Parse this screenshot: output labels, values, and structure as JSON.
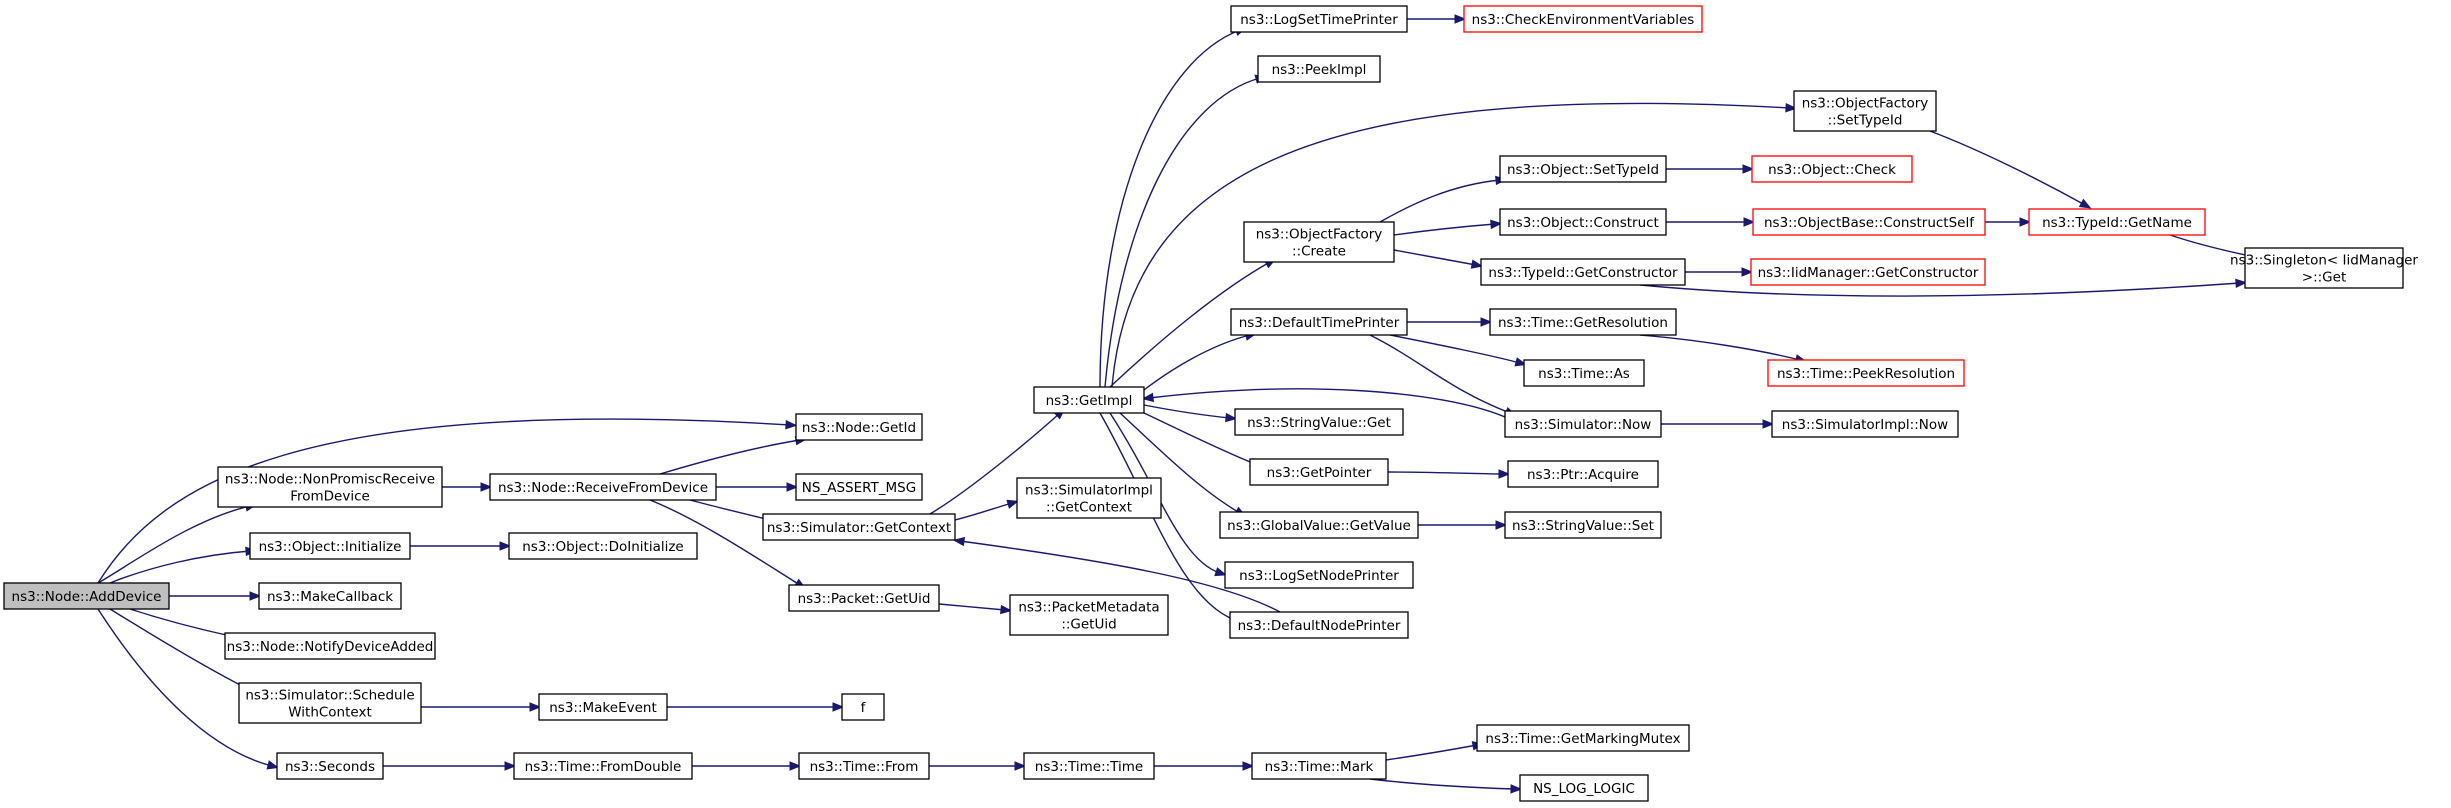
{
  "nodes": [
    {
      "id": "root",
      "lines": [
        "ns3::Node::AddDevice"
      ],
      "style": "root"
    },
    {
      "id": "npr",
      "lines": [
        "ns3::Node::NonPromiscReceive",
        "FromDevice"
      ]
    },
    {
      "id": "oinit",
      "lines": [
        "ns3::Object::Initialize"
      ]
    },
    {
      "id": "mcb",
      "lines": [
        "ns3::MakeCallback"
      ]
    },
    {
      "id": "nda",
      "lines": [
        "ns3::Node::NotifyDeviceAdded"
      ]
    },
    {
      "id": "ssc",
      "lines": [
        "ns3::Simulator::Schedule",
        "WithContext"
      ]
    },
    {
      "id": "sec",
      "lines": [
        "ns3::Seconds"
      ]
    },
    {
      "id": "ngid",
      "lines": [
        "ns3::Node::GetId"
      ]
    },
    {
      "id": "rfd",
      "lines": [
        "ns3::Node::ReceiveFromDevice"
      ]
    },
    {
      "id": "odi",
      "lines": [
        "ns3::Object::DoInitialize"
      ]
    },
    {
      "id": "mev",
      "lines": [
        "ns3::MakeEvent"
      ]
    },
    {
      "id": "tfd",
      "lines": [
        "ns3::Time::FromDouble"
      ]
    },
    {
      "id": "nam",
      "lines": [
        "NS_ASSERT_MSG"
      ]
    },
    {
      "id": "sgc",
      "lines": [
        "ns3::Simulator::GetContext"
      ]
    },
    {
      "id": "pgu",
      "lines": [
        "ns3::Packet::GetUid"
      ]
    },
    {
      "id": "f",
      "lines": [
        "f"
      ]
    },
    {
      "id": "tfr",
      "lines": [
        "ns3::Time::From"
      ]
    },
    {
      "id": "gimpl",
      "lines": [
        "ns3::GetImpl"
      ]
    },
    {
      "id": "sigc",
      "lines": [
        "ns3::SimulatorImpl",
        "::GetContext"
      ]
    },
    {
      "id": "pmgu",
      "lines": [
        "ns3::PacketMetadata",
        "::GetUid"
      ]
    },
    {
      "id": "ttime",
      "lines": [
        "ns3::Time::Time"
      ]
    },
    {
      "id": "lstp",
      "lines": [
        "ns3::LogSetTimePrinter"
      ]
    },
    {
      "id": "pimpl",
      "lines": [
        "ns3::PeekImpl"
      ]
    },
    {
      "id": "ofc",
      "lines": [
        "ns3::ObjectFactory",
        "::Create"
      ]
    },
    {
      "id": "dtp",
      "lines": [
        "ns3::DefaultTimePrinter"
      ]
    },
    {
      "id": "svg",
      "lines": [
        "ns3::StringValue::Get"
      ]
    },
    {
      "id": "gptr",
      "lines": [
        "ns3::GetPointer"
      ]
    },
    {
      "id": "gvgv",
      "lines": [
        "ns3::GlobalValue::GetValue"
      ]
    },
    {
      "id": "lsnp",
      "lines": [
        "ns3::LogSetNodePrinter"
      ]
    },
    {
      "id": "dnp",
      "lines": [
        "ns3::DefaultNodePrinter"
      ]
    },
    {
      "id": "tmark",
      "lines": [
        "ns3::Time::Mark"
      ]
    },
    {
      "id": "cev",
      "lines": [
        "ns3::CheckEnvironmentVariables"
      ],
      "style": "trunc"
    },
    {
      "id": "ofst",
      "lines": [
        "ns3::ObjectFactory",
        "::SetTypeId"
      ]
    },
    {
      "id": "osti",
      "lines": [
        "ns3::Object::SetTypeId"
      ]
    },
    {
      "id": "ocon",
      "lines": [
        "ns3::Object::Construct"
      ]
    },
    {
      "id": "tgc",
      "lines": [
        "ns3::TypeId::GetConstructor"
      ]
    },
    {
      "id": "tgr",
      "lines": [
        "ns3::Time::GetResolution"
      ]
    },
    {
      "id": "tas",
      "lines": [
        "ns3::Time::As"
      ]
    },
    {
      "id": "snow",
      "lines": [
        "ns3::Simulator::Now"
      ]
    },
    {
      "id": "pacq",
      "lines": [
        "ns3::Ptr::Acquire"
      ]
    },
    {
      "id": "svset",
      "lines": [
        "ns3::StringValue::Set"
      ]
    },
    {
      "id": "tgmm",
      "lines": [
        "ns3::Time::GetMarkingMutex"
      ]
    },
    {
      "id": "nll",
      "lines": [
        "NS_LOG_LOGIC"
      ]
    },
    {
      "id": "ochk",
      "lines": [
        "ns3::Object::Check"
      ],
      "style": "trunc"
    },
    {
      "id": "obcs",
      "lines": [
        "ns3::ObjectBase::ConstructSelf"
      ],
      "style": "trunc"
    },
    {
      "id": "iigc",
      "lines": [
        "ns3::IidManager::GetConstructor"
      ],
      "style": "trunc"
    },
    {
      "id": "tpr",
      "lines": [
        "ns3::Time::PeekResolution"
      ],
      "style": "trunc"
    },
    {
      "id": "sinow",
      "lines": [
        "ns3::SimulatorImpl::Now"
      ]
    },
    {
      "id": "tgn",
      "lines": [
        "ns3::TypeId::GetName"
      ],
      "style": "trunc"
    },
    {
      "id": "sing",
      "lines": [
        "ns3::Singleton< IidManager",
        " >::Get"
      ]
    }
  ],
  "edges": [
    [
      "root",
      "ngid"
    ],
    [
      "root",
      "npr"
    ],
    [
      "root",
      "oinit"
    ],
    [
      "root",
      "mcb"
    ],
    [
      "root",
      "nda"
    ],
    [
      "root",
      "ssc"
    ],
    [
      "root",
      "sec"
    ],
    [
      "npr",
      "rfd"
    ],
    [
      "oinit",
      "odi"
    ],
    [
      "ssc",
      "mev"
    ],
    [
      "sec",
      "tfd"
    ],
    [
      "rfd",
      "ngid"
    ],
    [
      "rfd",
      "nam"
    ],
    [
      "rfd",
      "sgc"
    ],
    [
      "rfd",
      "pgu"
    ],
    [
      "mev",
      "f"
    ],
    [
      "tfd",
      "tfr"
    ],
    [
      "sgc",
      "gimpl"
    ],
    [
      "sgc",
      "sigc"
    ],
    [
      "pgu",
      "pmgu"
    ],
    [
      "tfr",
      "ttime"
    ],
    [
      "gimpl",
      "lstp"
    ],
    [
      "gimpl",
      "pimpl"
    ],
    [
      "gimpl",
      "ofst"
    ],
    [
      "gimpl",
      "ofc"
    ],
    [
      "gimpl",
      "dtp"
    ],
    [
      "gimpl",
      "svg"
    ],
    [
      "gimpl",
      "gptr"
    ],
    [
      "gimpl",
      "gvgv"
    ],
    [
      "gimpl",
      "lsnp"
    ],
    [
      "gimpl",
      "dnp"
    ],
    [
      "ttime",
      "tmark"
    ],
    [
      "lstp",
      "cev"
    ],
    [
      "ofc",
      "osti"
    ],
    [
      "ofc",
      "ocon"
    ],
    [
      "ofc",
      "tgc"
    ],
    [
      "dtp",
      "tgr"
    ],
    [
      "dtp",
      "tas"
    ],
    [
      "dtp",
      "snow"
    ],
    [
      "snow",
      "gimpl"
    ],
    [
      "dnp",
      "sgc"
    ],
    [
      "gptr",
      "pacq"
    ],
    [
      "gvgv",
      "svset"
    ],
    [
      "tmark",
      "tgmm"
    ],
    [
      "tmark",
      "nll"
    ],
    [
      "ofst",
      "tgn"
    ],
    [
      "osti",
      "ochk"
    ],
    [
      "ocon",
      "obcs"
    ],
    [
      "obcs",
      "tgn"
    ],
    [
      "tgc",
      "iigc"
    ],
    [
      "tgc",
      "sing"
    ],
    [
      "tgn",
      "sing"
    ],
    [
      "tgr",
      "tpr"
    ],
    [
      "snow",
      "sinow"
    ]
  ]
}
